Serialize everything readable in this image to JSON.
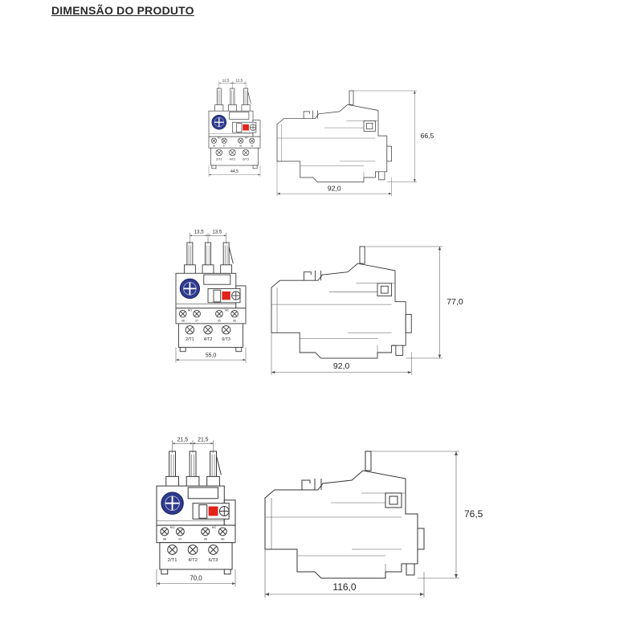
{
  "title": "DIMENSÃO DO PRODUTO",
  "relays": [
    {
      "pitch_left": "12,5",
      "pitch_right": "12,5",
      "width": "44,5",
      "depth": "92,0",
      "height": "66,5",
      "terminals": [
        "2/T1",
        "4/T2",
        "6/T3"
      ],
      "aux": [
        "98",
        "97",
        "NO",
        "95",
        "96",
        "NC"
      ]
    },
    {
      "pitch_left": "13,5",
      "pitch_right": "13,5",
      "width": "55,0",
      "depth": "92,0",
      "height": "77,0",
      "terminals": [
        "2/T1",
        "4/T2",
        "6/T3"
      ],
      "aux": [
        "98",
        "97",
        "NO",
        "95",
        "96",
        "NC"
      ]
    },
    {
      "pitch_left": "21,5",
      "pitch_right": "21,5",
      "width": "70,0",
      "depth": "116,0",
      "height": "76,5",
      "terminals": [
        "2/T1",
        "4/T2",
        "6/T3"
      ],
      "aux": [
        "98",
        "97",
        "NO",
        "95",
        "96",
        "NC"
      ]
    }
  ],
  "colors": {
    "reset_button": "#2e3a8c",
    "indicator": "#e2231a",
    "lines": "#333333"
  }
}
